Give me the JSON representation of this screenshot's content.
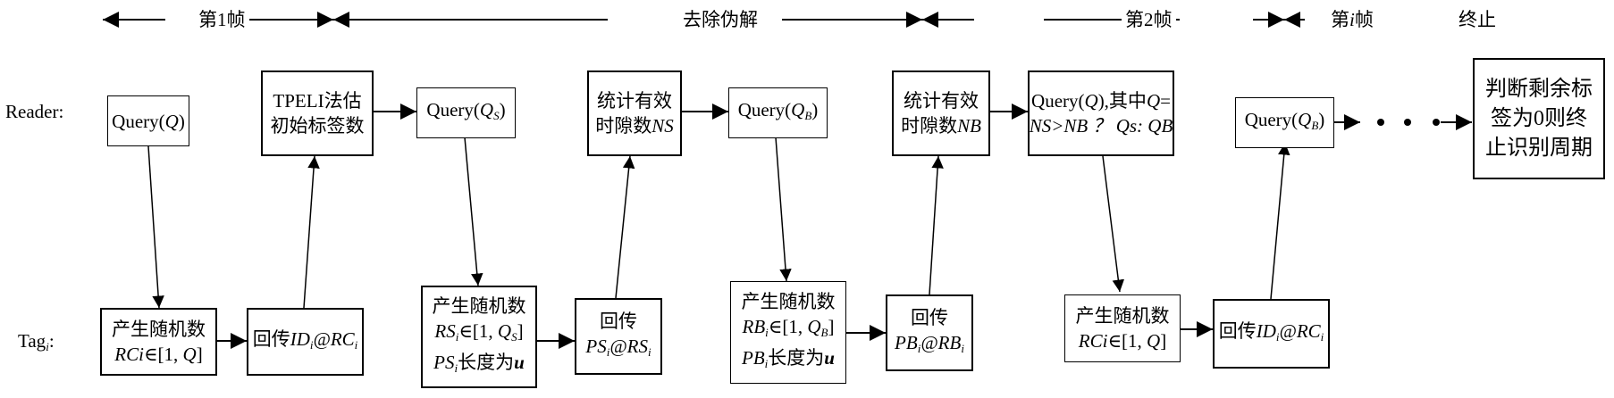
{
  "timeline": {
    "phases": [
      {
        "label": "第1帧"
      },
      {
        "label": "去除伪解"
      },
      {
        "label": "第2帧"
      },
      {
        "label": "第i帧",
        "prefix": "第",
        "italic": "i",
        "suffix": "帧"
      },
      {
        "label": "终止"
      }
    ]
  },
  "rows": {
    "reader": "Reader:",
    "tag": {
      "base": "Tag",
      "sub": "i",
      "colon": ":"
    }
  },
  "reader_boxes": {
    "q1": {
      "pre": "Query(",
      "it": "Q",
      "post": ")"
    },
    "tpeli": {
      "line1": "TPELI法估",
      "line2": "初始标签数"
    },
    "qs": {
      "pre": "Query(",
      "it": "Q",
      "sub": "S",
      "post": ")"
    },
    "ns": {
      "line1": "统计有效",
      "line2_pre": "时隙数",
      "line2_it": "NS"
    },
    "qb": {
      "pre": "Query(",
      "it": "Q",
      "sub": "B",
      "post": ")"
    },
    "nb": {
      "line1": "统计有效",
      "line2_pre": "时隙数",
      "line2_it": "NB"
    },
    "q2": {
      "line1_pre": "Query(",
      "line1_it": "Q",
      "line1_mid": "),其中",
      "line1_it2": "Q",
      "line1_post": "=",
      "line2": "NS>NB ？ Qs: QB"
    },
    "qb2": {
      "pre": "Query(",
      "it": "Q",
      "sub": "B",
      "post": ")"
    },
    "end": {
      "line1": "判断剩余标",
      "line2": "签为0则终",
      "line3": "止识别周期"
    }
  },
  "tag_boxes": {
    "rc1": {
      "line1": "产生随机数",
      "line2_it": "RCi",
      "line2_post": "∈[1, ",
      "line2_q": "Q",
      "line2_end": "]"
    },
    "id1": {
      "pre": "回传",
      "it": "ID",
      "sub": "i",
      "at": "@",
      "it2": "RC",
      "sub2": "i"
    },
    "rs": {
      "line1": "产生随机数",
      "l2_it": "RS",
      "l2_sub": "i",
      "l2_post": "∈[1, ",
      "l2_q": "Q",
      "l2_qsub": "S",
      "l2_end": "]",
      "l3_it": "PS",
      "l3_sub": "i",
      "l3_post": "长度为",
      "l3_u": "u"
    },
    "ps": {
      "line1": "回传",
      "l2_it": "PS",
      "l2_sub": "i",
      "at": "@",
      "l2_it2": "RS",
      "l2_sub2": "i"
    },
    "rb": {
      "line1": "产生随机数",
      "l2_it": "RB",
      "l2_sub": "i",
      "l2_post": "∈[1, ",
      "l2_q": "Q",
      "l2_qsub": "B",
      "l2_end": "]",
      "l3_it": "PB",
      "l3_sub": "i",
      "l3_post": "长度为",
      "l3_u": "u"
    },
    "pb": {
      "line1": "回传",
      "l2_it": "PB",
      "l2_sub": "i",
      "at": "@",
      "l2_it2": "RB",
      "l2_sub2": "i"
    },
    "rc2": {
      "line1": "产生随机数",
      "line2_it": "RCi",
      "line2_post": "∈[1, ",
      "line2_q": "Q",
      "line2_end": "]"
    },
    "id2": {
      "pre": "回传",
      "it": "ID",
      "sub": "i",
      "at": "@",
      "it2": "RC",
      "sub2": "i"
    }
  }
}
